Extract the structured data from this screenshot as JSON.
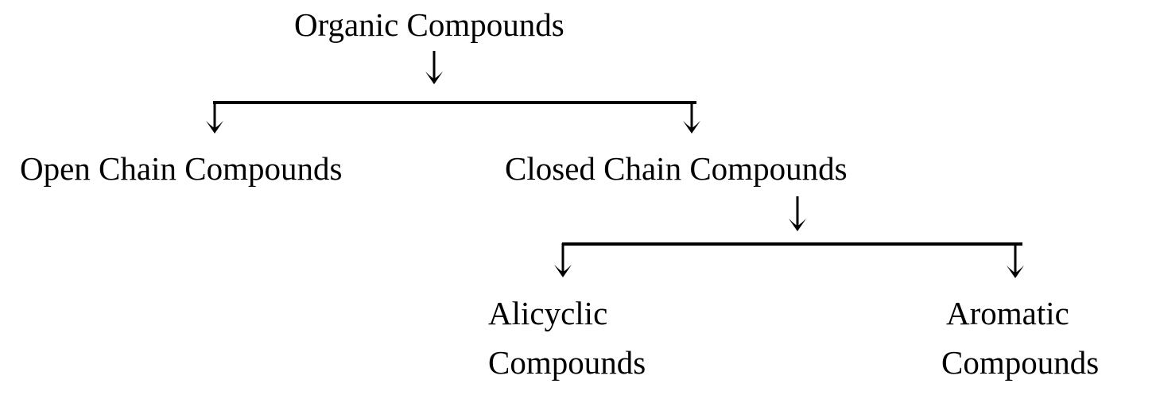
{
  "diagram": {
    "type": "classification-tree",
    "background": "#ffffff",
    "text_color": "#000000",
    "line_color": "#000000",
    "nodes": {
      "root": {
        "label": "Organic Compounds"
      },
      "open_chain": {
        "label": "Open Chain Compounds"
      },
      "closed_chain": {
        "label": "Closed Chain Compounds"
      },
      "alicyclic": {
        "label": "Alicyclic Compounds",
        "line1": "Alicyclic",
        "line2": "Compounds"
      },
      "aromatic": {
        "label": "Aromatic Compounds",
        "line1": "Aromatic",
        "line2": "Compounds"
      }
    },
    "edges": [
      {
        "from": "Organic Compounds",
        "to": "Open Chain Compounds"
      },
      {
        "from": "Organic Compounds",
        "to": "Closed Chain Compounds"
      },
      {
        "from": "Closed Chain Compounds",
        "to": "Alicyclic Compounds"
      },
      {
        "from": "Closed Chain Compounds",
        "to": "Aromatic Compounds"
      }
    ]
  }
}
